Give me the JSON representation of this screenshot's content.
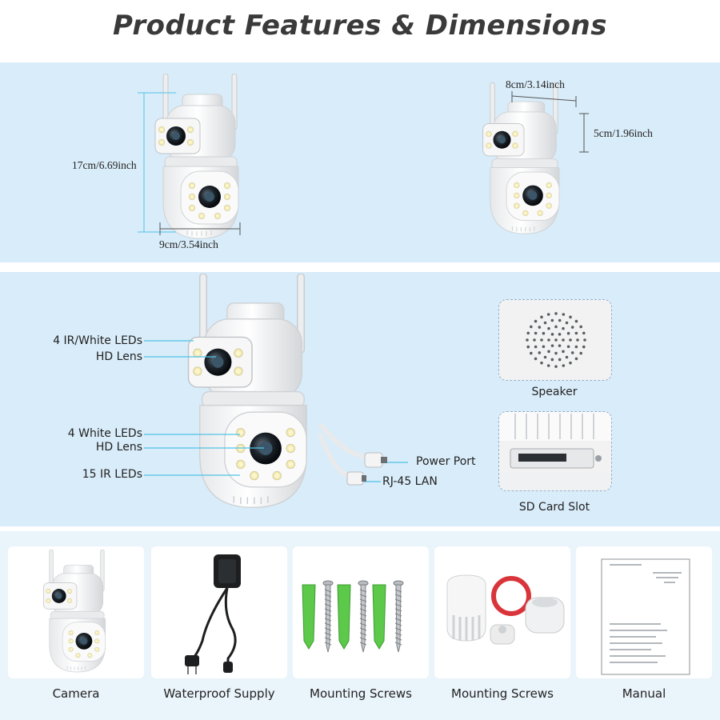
{
  "title": "Product Features & Dimensions",
  "dimensions": {
    "height": "17cm/6.69inch",
    "width": "9cm/3.54inch",
    "lens_spacing": "8cm/3.14inch",
    "head_height": "5cm/1.96inch"
  },
  "callouts": {
    "upper_leds": "4 IR/White LEDs",
    "upper_lens": "HD Lens",
    "lower_leds": "4 White LEDs",
    "lower_lens": "HD Lens",
    "ir_leds": "15 IR LEDs",
    "power": "Power Port",
    "lan": "RJ-45 LAN"
  },
  "details": {
    "speaker": "Speaker",
    "sd_card": "SD Card Slot"
  },
  "package": [
    {
      "label": "Camera"
    },
    {
      "label": "Waterproof Supply"
    },
    {
      "label": "Mounting Screws"
    },
    {
      "label": "Mounting Screws"
    },
    {
      "label": "Manual"
    }
  ],
  "colors": {
    "band_blue": "#d9ecf9",
    "guide_cyan": "#4fc3e8",
    "screw_green": "#5cc94a",
    "ring_red": "#d9343a"
  }
}
